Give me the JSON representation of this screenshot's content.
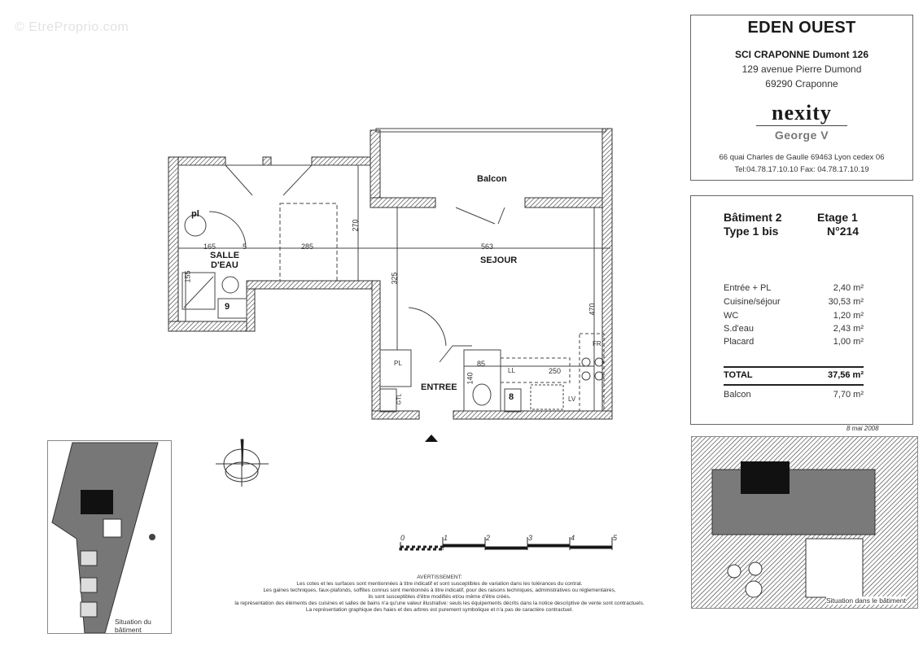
{
  "watermark": "© EtreProprio.com",
  "title_block": {
    "project": "EDEN OUEST",
    "company": "SCI CRAPONNE Dumont 126",
    "address_line1": "129 avenue Pierre Dumond",
    "address_line2": "69290 Craponne",
    "brand": "nexity",
    "brand_sub": "George V",
    "office_address": "66 quai Charles de Gaulle 69463 Lyon cedex 06",
    "office_contact": "Tel:04.78.17.10.10  Fax: 04.78.17.10.19"
  },
  "unit_info": {
    "building": "Bâtiment 2",
    "floor": "Etage 1",
    "type": "Type 1 bis",
    "number": "N°214",
    "areas": [
      {
        "room": "Entrée + PL",
        "area": "2,40 m²"
      },
      {
        "room": "Cuisine/séjour",
        "area": "30,53 m²"
      },
      {
        "room": "WC",
        "area": "1,20 m²"
      },
      {
        "room": "S.d'eau",
        "area": "2,43 m²"
      },
      {
        "room": "Placard",
        "area": "1,00 m²"
      }
    ],
    "total_label": "TOTAL",
    "total_area": "37,56 m²",
    "balcony_label": "Balcon",
    "balcony_area": "7,70 m²"
  },
  "date": "8 mai 2008",
  "floor_plan": {
    "rooms": {
      "balcony": "Balcon",
      "living": "SEJOUR",
      "bathroom_line1": "SALLE",
      "bathroom_line2": "D'EAU",
      "entrance": "ENTREE",
      "closet": "PL",
      "wardrobe": "pl",
      "gtl": "GTL",
      "laundry": "LL",
      "dishwasher": "LV",
      "fridge": "FR",
      "duct_9": "9",
      "duct_8": "8"
    },
    "dimensions": {
      "d165": "165",
      "d5": "5",
      "d285": "285",
      "d270": "270",
      "d325": "325",
      "d563": "563",
      "d470": "470",
      "d155": "155",
      "d85": "85",
      "d140": "140",
      "d250": "250"
    }
  },
  "scale_bar": {
    "ticks": [
      "0",
      "1",
      "2",
      "3",
      "4",
      "5"
    ]
  },
  "site_plan": {
    "caption": "Situation du bâtiment"
  },
  "situation_plan": {
    "caption": "Situation dans le bâtiment"
  },
  "warning": {
    "title": "AVERTISSEMENT:",
    "lines": [
      "Les cotes et les surfaces sont mentionnées à titre indicatif et sont susceptibles de variation dans les tolérances du contrat.",
      "Les gaines techniques, faux-plafonds, soffites connus sont mentionnés à titre indicatif, pour des raisons techniques, administratives ou réglementaires,",
      "ils sont susceptibles d'être modifiés et/ou même d'être créés.",
      "la représentation des éléments des cuisines et salles de bains n'a qu'une valeur illustrative: seuls les équipements décrits dans la notice descriptive de vente sont contractuels.",
      "La représentation graphique des haies et des arbres est purement symbolique et n'a pas de caractère contractuel."
    ]
  }
}
